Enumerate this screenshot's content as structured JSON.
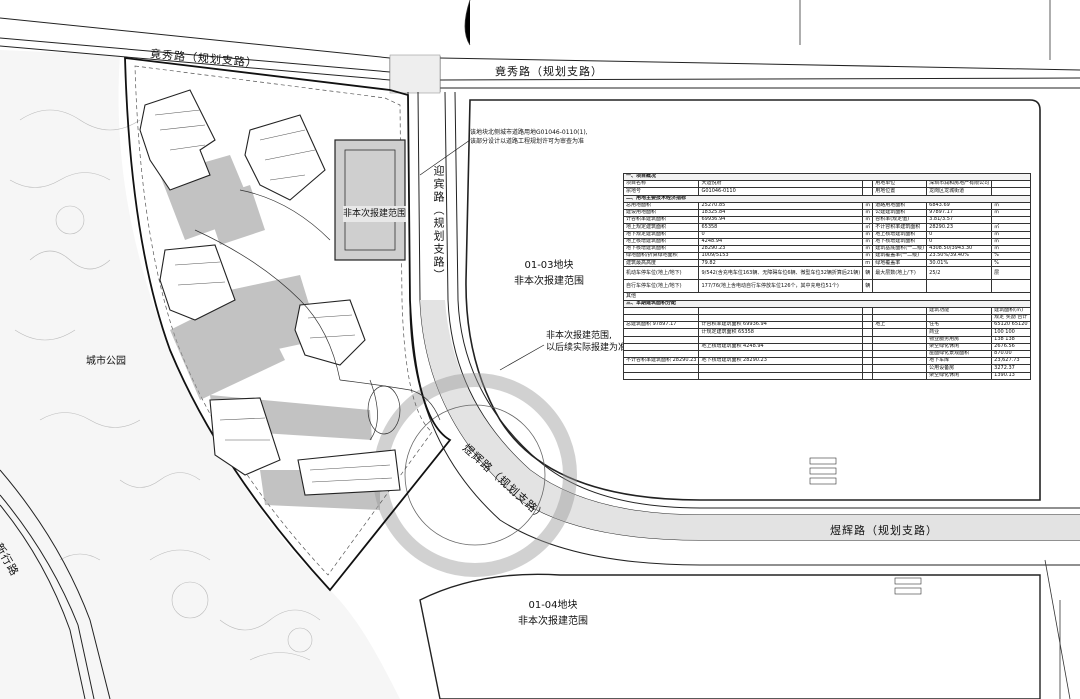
{
  "roads": {
    "jingxiu_top_left": "竟秀路（规划支路）",
    "jingxiu_top_right": "竟秀路（规划支路）",
    "yingbin_vertical": "迎宾路（规划支路）",
    "chenghui_curve": "煜辉路（规划支路）",
    "chenghui_bottom": "煜辉路（规划支路）",
    "xinxing": "新行路"
  },
  "areas": {
    "city_park": "城市公园",
    "plot_0103_name": "01-03地块",
    "plot_0103_note": "非本次报建范围",
    "plot_0104_name": "01-04地块",
    "plot_0104_note": "非本次报建范围",
    "inner_block_note": "非本次报建范围",
    "callout_line1": "非本次报建范围,",
    "callout_line2": "以后续实际报建为准",
    "top_note_line1": "该地块北侧城市道路用地G01046-0110(1),",
    "top_note_line2": "该部分设计以道路工程规划许可为审查为准"
  },
  "table": {
    "section1": "一、项目概况",
    "section2": "二、用地主要技术经济指标",
    "section3": "三、本期建筑面积分配",
    "row1": [
      "项目名称",
      "大运悦府",
      "",
      "用地单位",
      "深圳市润和房地产有限公司",
      ""
    ],
    "row2": [
      "宗地号",
      "G01046-0110",
      "",
      "用地位置",
      "龙岗区龙城街道",
      ""
    ],
    "indicators": [
      [
        "总用地面积",
        "25270.85",
        "㎡",
        "道路用地面积",
        "6843.69",
        "㎡"
      ],
      [
        "建设用地面积",
        "18325.84",
        "㎡",
        "公建建筑面积",
        "97897.17",
        "㎡"
      ],
      [
        "计容积率建筑面积",
        "69936.94",
        "㎡",
        "容积率(规定值)",
        "3.81/3.57",
        ""
      ],
      [
        "地上规定建筑面积",
        "65358",
        "㎡",
        "不计容积率建筑面积",
        "28290.23",
        "㎡"
      ],
      [
        "地下规定建筑面积",
        "0",
        "㎡",
        "地上核增建筑面积",
        "0",
        "㎡"
      ],
      [
        "地上核增建筑面积",
        "4248.94",
        "㎡",
        "地下核增建筑面积",
        "0",
        "㎡"
      ],
      [
        "地下核增建筑面积",
        "28290.23",
        "㎡",
        "建筑基底面积(一二级)",
        "4308.50/3943.30",
        "㎡"
      ],
      [
        "绿地面积/折算绿地面积",
        "1009/5153",
        "㎡",
        "建筑覆盖率(一二级)",
        "23.50%/39.40%",
        "%"
      ],
      [
        "建筑最高高度",
        "79.82",
        "m",
        "绿地覆盖率",
        "30.01%",
        "%"
      ]
    ],
    "parking_car": [
      "机动车停车位(地上/地下)",
      "9/542(含充电车位163辆、无障碍车位6辆、微型车位32辆折算后21辆)",
      "辆",
      "最大层数(地上/下)",
      "25/2",
      "层"
    ],
    "parking_bike": [
      "自行车停车位(地上/地下)",
      "177/76(地上含电动自行车停放车位126个，其中充电位51个)",
      "辆",
      "",
      "",
      ""
    ],
    "other": "其他",
    "alloc_header": [
      "",
      "",
      "",
      "",
      "建筑功能",
      "建筑面积(㎡)"
    ],
    "alloc_sub": [
      "规定",
      "奖励",
      "合计"
    ],
    "alloc_rows": [
      [
        "住宅",
        "65120",
        "",
        "65120"
      ],
      [
        "商业",
        "100",
        "",
        "100"
      ],
      [
        "物业服务用房",
        "138",
        "",
        "138"
      ]
    ],
    "alloc_left1": "总建筑面积 97897.17",
    "alloc_left2": "计容积率建筑面积 69936.94",
    "alloc_left3": "计规定建筑面积 65358",
    "alloc_left4": "地上",
    "alloc_left5": "地上核增建筑面积 4248.94",
    "alloc_left6": "不计容积率建筑面积 28290.23",
    "alloc_left7": "地下核增建筑面积 28290.23",
    "alloc_right": [
      [
        "架空绿化休闲",
        "2676.56"
      ],
      [
        "屋面绿化景观面积",
        "870.00"
      ],
      [
        "地下车库",
        "23,627.73"
      ],
      [
        "公用设备房",
        "3272.37"
      ],
      [
        "架空绿化休闲",
        "1390.13"
      ]
    ]
  }
}
